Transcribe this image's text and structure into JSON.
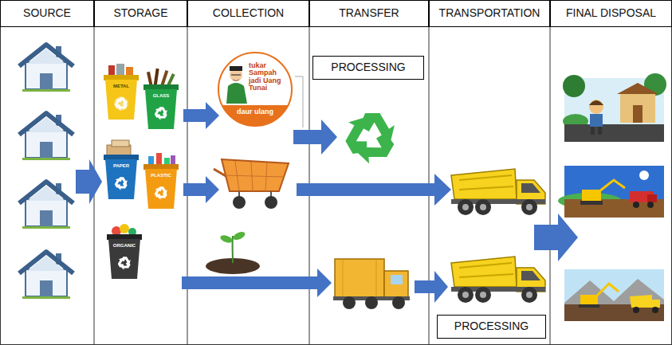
{
  "diagram": {
    "nodes": [
      {
        "text": [
          "SOURCE"
        ]
      },
      {
        "text": [
          "STORAGE"
        ]
      },
      {
        "text": [
          "COLLECTION"
        ]
      },
      {
        "text": [
          "TRANSFER"
        ]
      },
      {
        "text": [
          "TRANSPORTATION"
        ]
      },
      {
        "text": [
          "FINAL DISPOSAL"
        ]
      },
      {
        "text": [
          "PROCESSING"
        ]
      },
      {
        "text": [
          "tukar Sampah jadi Uang Tunai",
          "daur ulang"
        ]
      },
      {
        "text": [
          "PROCESSING"
        ]
      }
    ],
    "labels": [
      "METAL",
      "GLASS",
      "PAPER",
      "PLASTIC",
      "ORGANIC"
    ]
  }
}
